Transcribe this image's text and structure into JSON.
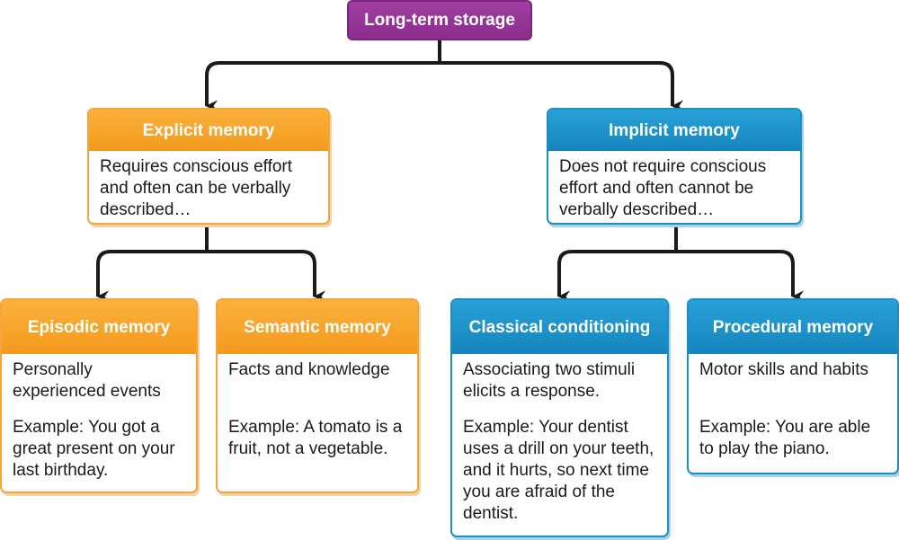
{
  "root": {
    "label": "Long-term storage"
  },
  "explicit": {
    "title": "Explicit memory",
    "description": "Requires conscious effort and often can be verbally described…"
  },
  "implicit": {
    "title": "Implicit memory",
    "description": "Does not require conscious effort and often cannot be verbally described…"
  },
  "episodic": {
    "title": "Episodic memory",
    "description": "Personally experienced events",
    "example": "Example: You got a great present on your last birthday."
  },
  "semantic": {
    "title": "Semantic memory",
    "description": "Facts and knowledge",
    "example": "Example: A tomato is a fruit, not a vegetable."
  },
  "classical": {
    "title": "Classical conditioning",
    "description": "Associating two stimuli elicits a response.",
    "example": "Example: Your dentist uses a drill on your teeth, and it hurts, so next time you are afraid of the dentist."
  },
  "procedural": {
    "title": "Procedural memory",
    "description": "Motor skills and habits",
    "example": "Example: You are able to play the piano."
  },
  "colors": {
    "root": "#8f318f",
    "explicit_branch": "#f4a53c",
    "implicit_branch": "#1b8ec4",
    "connector": "#1a1a1a"
  }
}
